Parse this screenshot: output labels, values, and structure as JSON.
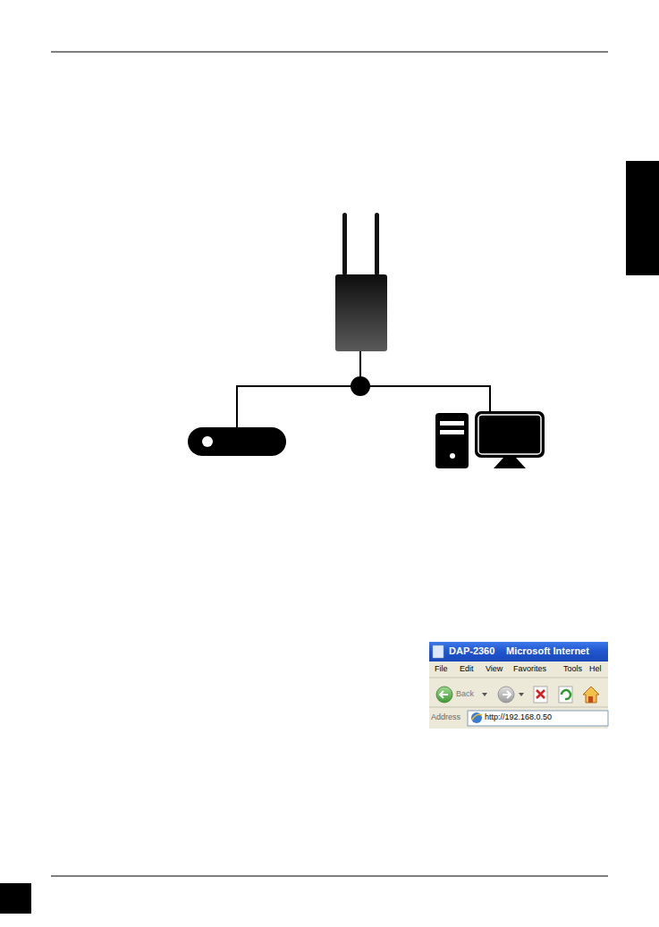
{
  "diagram": {
    "labels": [
      "DAP-2360",
      "Microsoft Internet",
      "File",
      "Edit",
      "View",
      "Favorites",
      "Tools",
      "Hel",
      "Back",
      "Address",
      "http://192.168.0.50"
    ]
  }
}
